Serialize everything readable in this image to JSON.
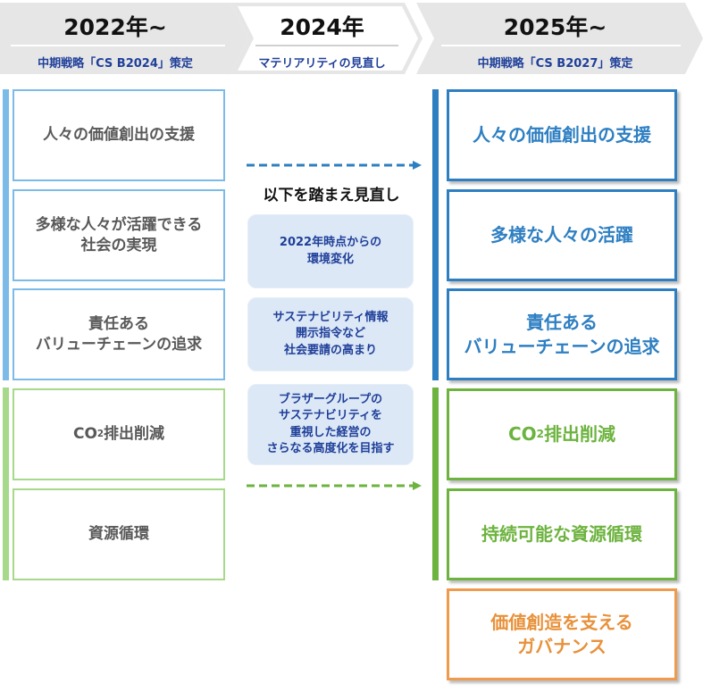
{
  "header": [
    {
      "title": "2022年~",
      "subtitle": "中期戦略「CS B2024」策定"
    },
    {
      "title": "2024年",
      "subtitle": "マテリアリティの見直し"
    },
    {
      "title": "2025年~",
      "subtitle": "中期戦略「CS B2027」策定"
    }
  ],
  "left": {
    "items": [
      "人々の価値創出の支援",
      "多様な人々が活躍できる\n社会の実現",
      "責任ある\nバリューチェーンの追求"
    ],
    "co2": {
      "a": "CO",
      "sub": "2",
      "b": "排出削減"
    },
    "resource": "資源循環"
  },
  "middle": {
    "heading": "以下を踏まえ見直し",
    "items": [
      "2022年時点からの\n環境変化",
      "サステナビリティ情報\n開示指令など\n社会要請の高まり",
      "ブラザーグループの\nサステナビリティを\n重視した経営の\nさらなる高度化を目指す"
    ]
  },
  "right": {
    "items": [
      "人々の価値創出の支援",
      "多様な人々の活躍",
      "責任ある\nバリューチェーンの追求"
    ],
    "co2": {
      "a": "CO",
      "sub": "2",
      "b": "排出削減"
    },
    "resource": "持続可能な資源循環",
    "governance": "価値創造を支える\nガバナンス"
  },
  "colors": {
    "blue": "#2e7fc2",
    "green": "#6db33f",
    "orange": "#ef9a4c",
    "navy": "#1f3f99"
  }
}
